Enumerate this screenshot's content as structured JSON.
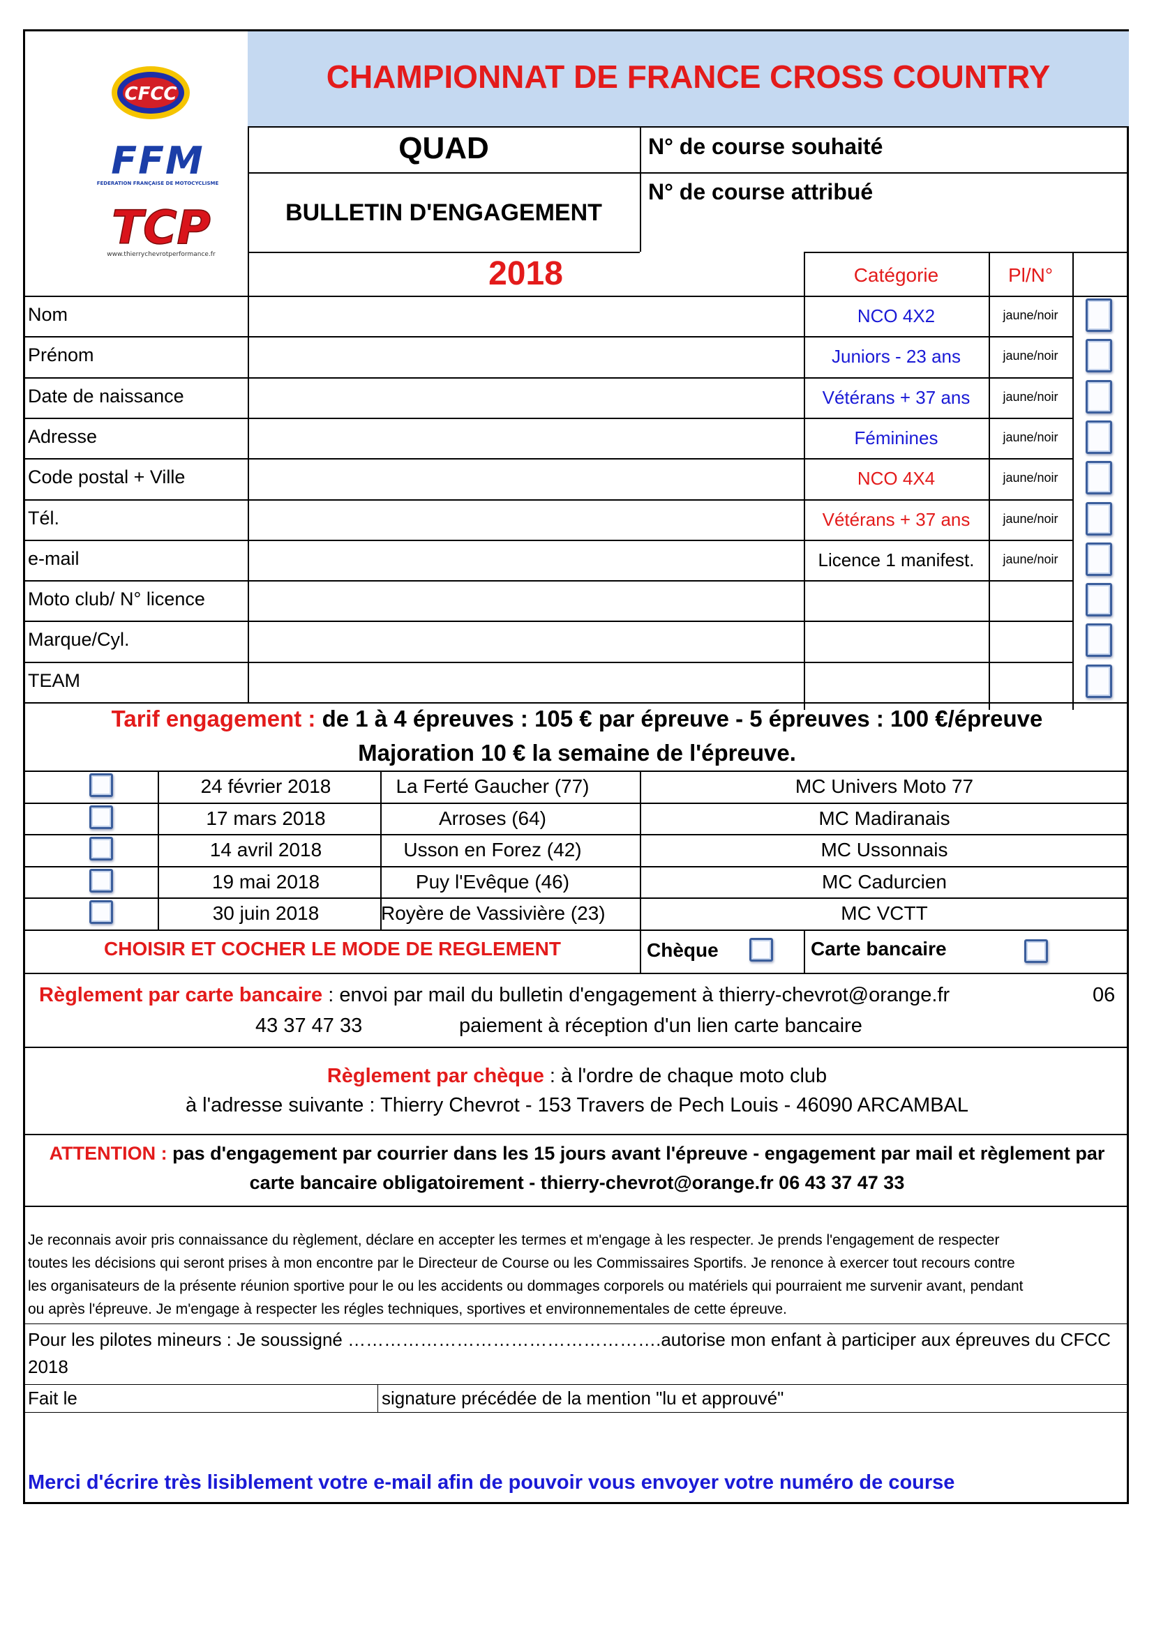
{
  "header": {
    "title": "CHAMPIONNAT DE FRANCE CROSS COUNTRY",
    "category": "QUAD",
    "form_name": "BULLETIN D'ENGAGEMENT",
    "year": "2018",
    "race_wanted_label": "N° de course souhaité",
    "race_assigned_label": "N° de course attribué",
    "logos": [
      "cfcc-logo",
      "ffm-logo",
      "tcp-logo"
    ],
    "ffm_tagline": "FEDERATION FRANÇAISE DE MOTOCYCLISME",
    "tcp_url": "www.thierrychevrotperformance.fr"
  },
  "columns": {
    "categorie": "Catégorie",
    "pl": "Pl/N°"
  },
  "fields": [
    "Nom",
    "Prénom",
    "Date de naissance",
    "Adresse",
    "Code postal + Ville",
    "Tél.",
    "e-mail",
    "Moto club/ N° licence",
    "Marque/Cyl.",
    "TEAM"
  ],
  "categories": [
    {
      "label": "NCO 4X2",
      "pl": "jaune/noir",
      "color": "#1a1ad6"
    },
    {
      "label": "Juniors - 23 ans",
      "pl": "jaune/noir",
      "color": "#1a1ad6"
    },
    {
      "label": "Vétérans + 37 ans",
      "pl": "jaune/noir",
      "color": "#1a1ad6"
    },
    {
      "label": "Féminines",
      "pl": "jaune/noir",
      "color": "#1a1ad6"
    },
    {
      "label": "NCO 4X4",
      "pl": "jaune/noir",
      "color": "#e31b1b"
    },
    {
      "label": "Vétérans + 37 ans",
      "pl": "jaune/noir",
      "color": "#e31b1b"
    },
    {
      "label": "Licence 1 manifest.",
      "pl": "jaune/noir",
      "color": "#000000"
    }
  ],
  "tarif": {
    "label": "Tarif engagement :",
    "text": " de 1 à 4 épreuves : 105 € par épreuve - 5 épreuves : 100 €/épreuve",
    "majoration": "Majoration 10 € la semaine de l'épreuve."
  },
  "events": [
    {
      "date": "24 février 2018",
      "place": "La Ferté Gaucher (77)",
      "club": "MC Univers Moto 77"
    },
    {
      "date": "17 mars 2018",
      "place": "Arroses (64)",
      "club": "MC Madiranais"
    },
    {
      "date": "14 avril 2018",
      "place": "Usson en Forez (42)",
      "club": "MC Ussonnais"
    },
    {
      "date": "19 mai 2018",
      "place": "Puy l'Evêque (46)",
      "club": "MC Cadurcien"
    },
    {
      "date": "30 juin 2018",
      "place": "Royère de Vassivière (23)",
      "club": "MC VCTT"
    }
  ],
  "payment": {
    "choose_label": "CHOISIR ET COCHER LE MODE DE REGLEMENT",
    "cheque": "Chèque",
    "card": "Carte bancaire",
    "card_title": "Règlement par carte bancaire",
    "card_line1": " : envoi par mail du bulletin d'engagement  à thierry-chevrot@orange.fr",
    "card_phone_a": "06",
    "card_phone_b": "43 37 47 33",
    "card_line2": "paiement à réception d'un lien carte bancaire",
    "cheque_title": "Règlement par chèque",
    "cheque_line1": " : à l'ordre de chaque moto club",
    "cheque_line2": "à l'adresse suivante : Thierry Chevrot - 153 Travers de Pech Louis - 46090 ARCAMBAL"
  },
  "attention": {
    "label": "ATTENTION :",
    "line1": " pas d'engagement par courrier dans les 15 jours avant l'épreuve - engagement par mail et règlement par",
    "line2": "carte bancaire obligatoirement - thierry-chevrot@orange.fr  06 43 37 47 33"
  },
  "legal": {
    "l1": "Je reconnais avoir pris connaissance du règlement, déclare en accepter les termes et m'engage à les respecter. Je prends l'engagement de respecter",
    "l2": "toutes les décisions qui seront prises à mon encontre par le Directeur de Course ou les Commissaires Sportifs. Je renonce  à exercer tout recours contre",
    "l3": "les organisateurs de la présente réunion sportive pour le ou les accidents ou dommages corporels ou matériels qui pourraient me survenir avant, pendant",
    "l4": "ou après l'épreuve. Je m'engage à respecter les régles techniques, sportives et environnementales de cette épreuve."
  },
  "minors": {
    "line1": "Pour les pilotes mineurs  : Je soussigné …………………………………………….autorise mon enfant à participer aux épreuves du CFCC",
    "line2": "2018"
  },
  "sign": {
    "fait_le": "Fait le",
    "signature": "signature précédée de la mention \"lu et approuvé\""
  },
  "footer": "Merci d'écrire très lisiblement votre e-mail afin de pouvoir vous envoyer votre numéro de course"
}
